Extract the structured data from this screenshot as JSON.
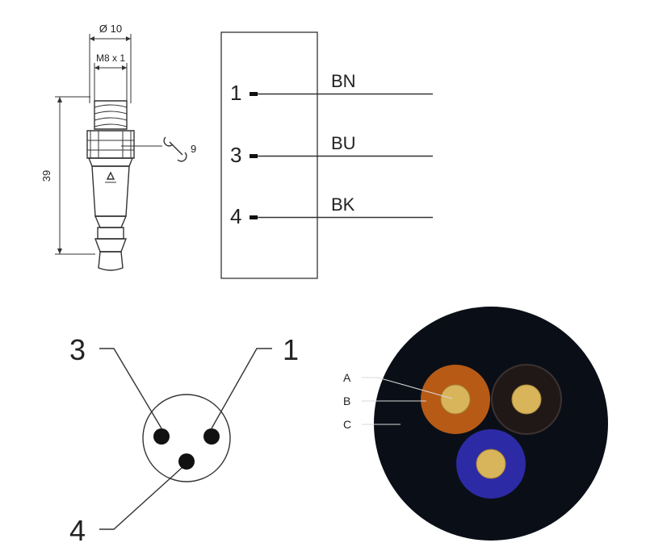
{
  "connector": {
    "diameter": "Ø 10",
    "thread": "M8 x 1",
    "length": "39",
    "wrench_size": "9"
  },
  "wiring": {
    "pins": [
      {
        "pin": "1",
        "wire": "BN"
      },
      {
        "pin": "3",
        "wire": "BU"
      },
      {
        "pin": "4",
        "wire": "BK"
      }
    ]
  },
  "pin_face": {
    "labels": {
      "pin1": "1",
      "pin3": "3",
      "pin4": "4"
    }
  },
  "cable_section": {
    "labels": {
      "a": "A",
      "b": "B",
      "c": "C"
    },
    "colors": {
      "jacket": "#0a0f17",
      "brown": "#b75a16",
      "black": "#201817",
      "blue": "#2d2aa6",
      "conductor": "#d8b45a"
    }
  }
}
